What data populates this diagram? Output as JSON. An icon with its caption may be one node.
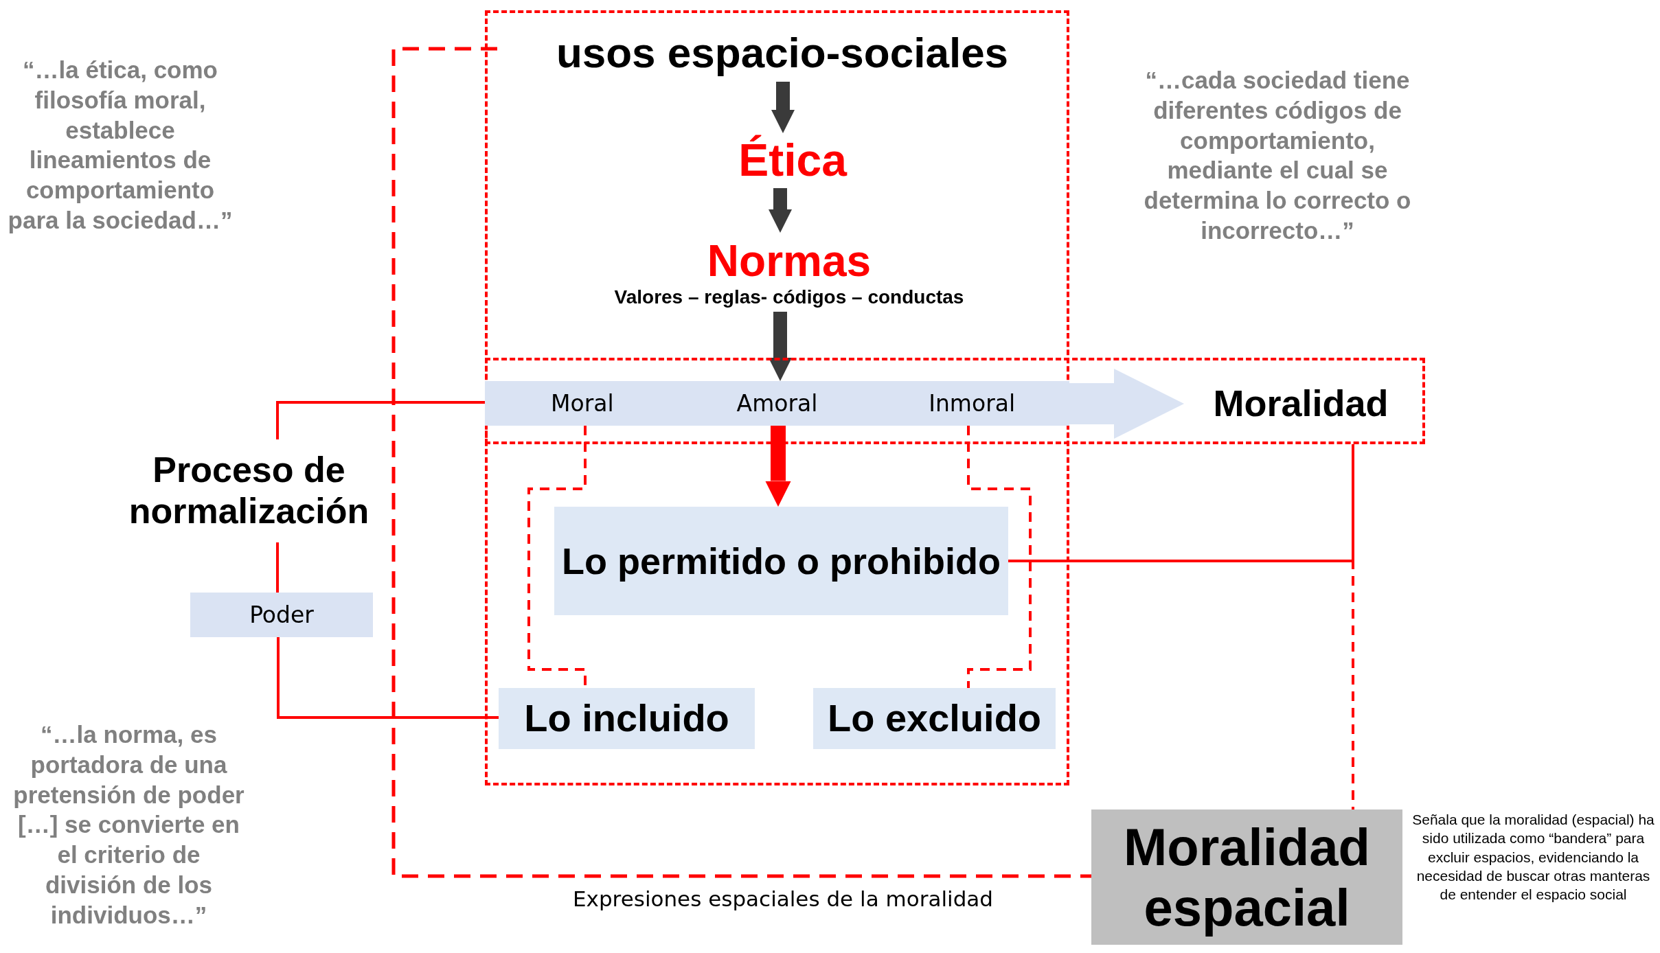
{
  "diagram": {
    "nodes": [
      {
        "text": [],
        "shape": "box"
      },
      {
        "text": [
          "usos espacio-sociales"
        ],
        "in": 0
      },
      {
        "text": [
          "Ética"
        ],
        "in": 0
      },
      {
        "text": [
          "Normas",
          "Valores – reglas- códigos – conductas"
        ],
        "in": 0
      },
      {
        "text": [],
        "shape": "box"
      },
      {
        "text": [
          "Moral",
          "Amoral",
          "Inmoral"
        ]
      },
      {
        "text": [
          "Moralidad"
        ],
        "in": 4
      },
      {
        "text": [
          "Lo permitido o prohibido"
        ],
        "in": 0
      },
      {
        "text": [
          "Proceso de normalización"
        ]
      },
      {
        "text": [
          "Poder"
        ]
      },
      {
        "text": [
          "Lo incluido"
        ],
        "in": 0
      },
      {
        "text": [
          "Lo excluido"
        ],
        "in": 0
      },
      {
        "text": [
          "Moralidad espacial"
        ],
        "beside": [
          "Señala que la moralidad (espacial) ha sido utilizada como “bandera” para excluir espacios, evidenciando la necesidad de buscar otras manteras de entender el espacio social"
        ]
      }
    ],
    "edges": [
      {
        "from": 1,
        "to": 2,
        "arrow": "to",
        "style": "thick",
        "color": "#3a3a3a"
      },
      {
        "from": 2,
        "to": 3,
        "arrow": "to",
        "style": "thick",
        "color": "#3a3a3a"
      },
      {
        "from": 3,
        "to": 5,
        "arrow": "to",
        "style": "thick",
        "color": "#3a3a3a"
      },
      {
        "from": 5,
        "to": 6,
        "arrow": "to",
        "style": "thick",
        "color": "#dae3f3"
      },
      {
        "from": 5,
        "to": 7,
        "arrow": "to",
        "style": "thick"
      },
      {
        "from": 5,
        "to": 10,
        "arrow": "none",
        "style": "dashed"
      },
      {
        "from": 5,
        "to": 11,
        "arrow": "none",
        "style": "dashed"
      },
      {
        "from": 5,
        "to": 8,
        "arrow": "none"
      },
      {
        "from": 8,
        "to": 9,
        "arrow": "none"
      },
      {
        "from": 9,
        "to": 10,
        "arrow": "none"
      },
      {
        "from": 1,
        "to": 12,
        "arrow": "none",
        "style": "dashed"
      },
      {
        "from": 4,
        "to": 12,
        "arrow": "none",
        "style": "dashed"
      },
      {
        "from": 7,
        "to": 4,
        "arrow": "none"
      }
    ],
    "labels": [
      "“…la ética, como filosofía moral, establece lineamientos de comportamiento para la sociedad…”",
      "“…cada sociedad tiene diferentes códigos de comportamiento, mediante el cual se determina lo correcto o incorrecto…”",
      "“…la norma, es portadora de una pretensión de poder […] se convierte en el criterio de división de los individuos…”",
      "Expresiones  espaciales de la moralidad"
    ]
  }
}
